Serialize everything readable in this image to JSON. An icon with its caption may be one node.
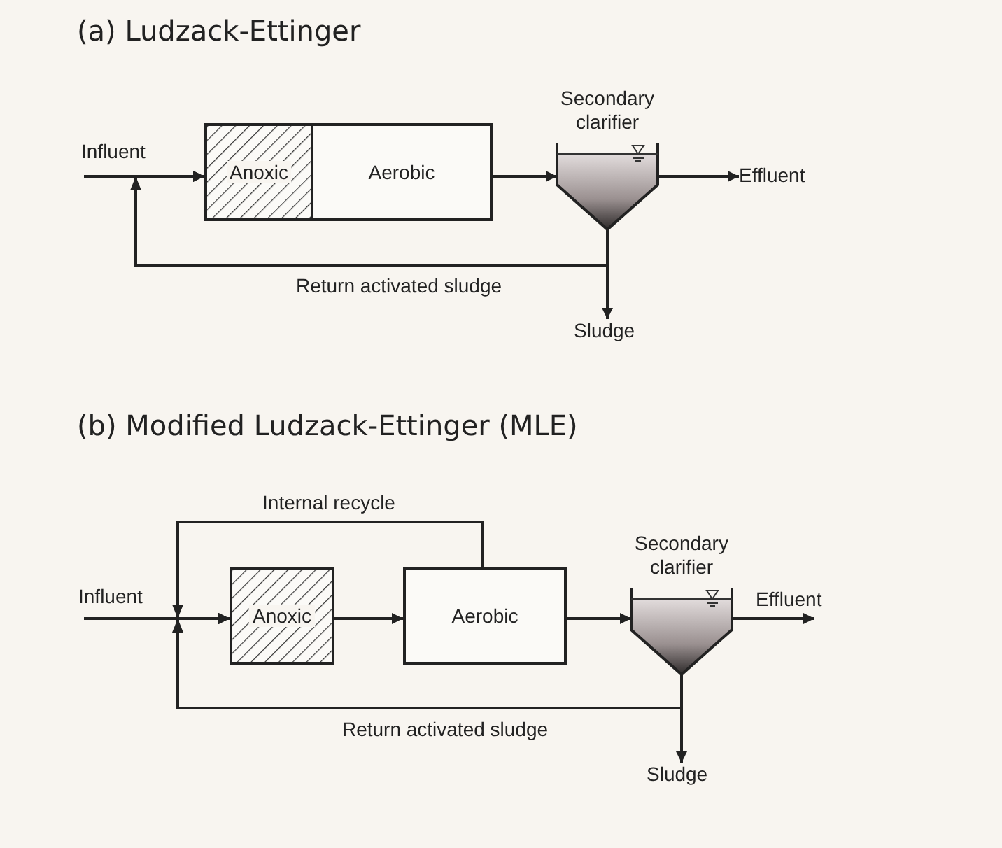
{
  "diagram": {
    "nodes": [
      {
        "text": [
          "Influent"
        ]
      },
      {
        "text": [
          "Anoxic"
        ]
      },
      {
        "text": [
          "Aerobic"
        ]
      },
      {
        "text": [
          "Secondary clarifier"
        ]
      },
      {
        "text": [
          "Effluent"
        ]
      },
      {
        "text": [
          "Sludge"
        ]
      },
      {
        "text": [
          "Influent"
        ]
      },
      {
        "text": [
          "Anoxic"
        ]
      },
      {
        "text": [
          "Aerobic"
        ]
      },
      {
        "text": [
          "Secondary clarifier"
        ]
      },
      {
        "text": [
          "Effluent"
        ]
      },
      {
        "text": [
          "Sludge"
        ]
      }
    ],
    "edges": [
      {
        "from": 0,
        "to": 1,
        "arrow": "to"
      },
      {
        "from": 2,
        "to": 3,
        "arrow": "to"
      },
      {
        "from": 3,
        "to": 4,
        "arrow": "to"
      },
      {
        "from": 3,
        "to": 5,
        "arrow": "to"
      },
      {
        "from": 3,
        "to": 1,
        "arrow": "to",
        "label": "Return activated sludge"
      },
      {
        "from": 6,
        "to": 7,
        "arrow": "to"
      },
      {
        "from": 7,
        "to": 8,
        "arrow": "to"
      },
      {
        "from": 8,
        "to": 9,
        "arrow": "to"
      },
      {
        "from": 9,
        "to": 10,
        "arrow": "to"
      },
      {
        "from": 9,
        "to": 11,
        "arrow": "to"
      },
      {
        "from": 8,
        "to": 7,
        "arrow": "to",
        "label": "Internal recycle"
      },
      {
        "from": 9,
        "to": 7,
        "arrow": "to",
        "label": "Return activated sludge"
      }
    ],
    "labels": [
      "(a) Ludzack-Ettinger",
      "(b) Modified Ludzack-Ettinger (MLE)"
    ]
  }
}
